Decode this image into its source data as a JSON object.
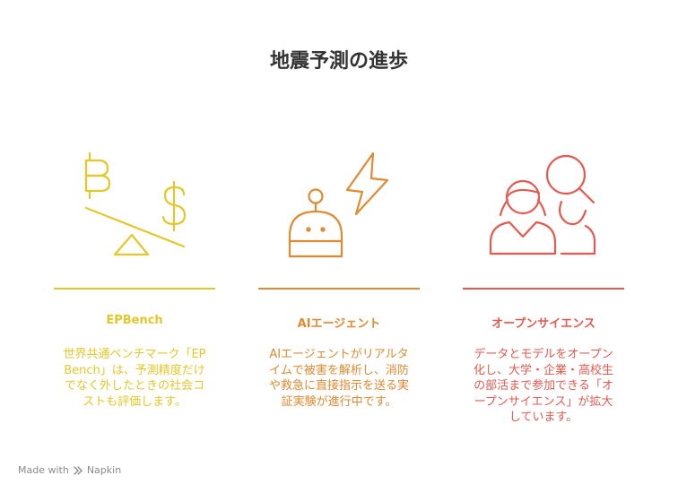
{
  "title": "地震予測の進歩",
  "columns": [
    {
      "heading": "EPBench",
      "body": "世界共通ベンチマーク「EPBench」は、予測精度だけでなく外したときの社会コストも評価します。",
      "color": "#E4C72A",
      "icon": "balance-scale-bitcoin-dollar-icon"
    },
    {
      "heading": "AIエージェント",
      "body": "AIエージェントがリアルタイムで被害を解析し、消防や救急に直接指示を送る実証実験が進行中です。",
      "color": "#E08A32",
      "icon": "robot-lightning-icon"
    },
    {
      "heading": "オープンサイエンス",
      "body": "データとモデルをオープン化し、大学・企業・高校生の部活まで参加できる「オープンサイエンス」が拡大しています。",
      "color": "#E45A50",
      "icon": "people-magnifier-icon"
    }
  ],
  "footer": {
    "made_with": "Made with",
    "brand": "Napkin"
  }
}
